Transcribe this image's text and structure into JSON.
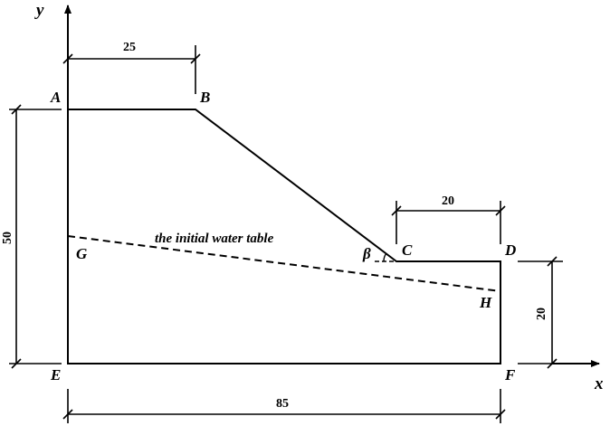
{
  "axes": {
    "x_label": "x",
    "y_label": "y"
  },
  "points": {
    "A": "A",
    "B": "B",
    "C": "C",
    "D": "D",
    "E": "E",
    "F": "F",
    "G": "G",
    "H": "H"
  },
  "angle_label": "β",
  "water_table_label": "the initial water table",
  "dimensions": {
    "top_width": "25",
    "right_top_width": "20",
    "total_height": "50",
    "right_height": "20",
    "bottom_width": "85"
  }
}
